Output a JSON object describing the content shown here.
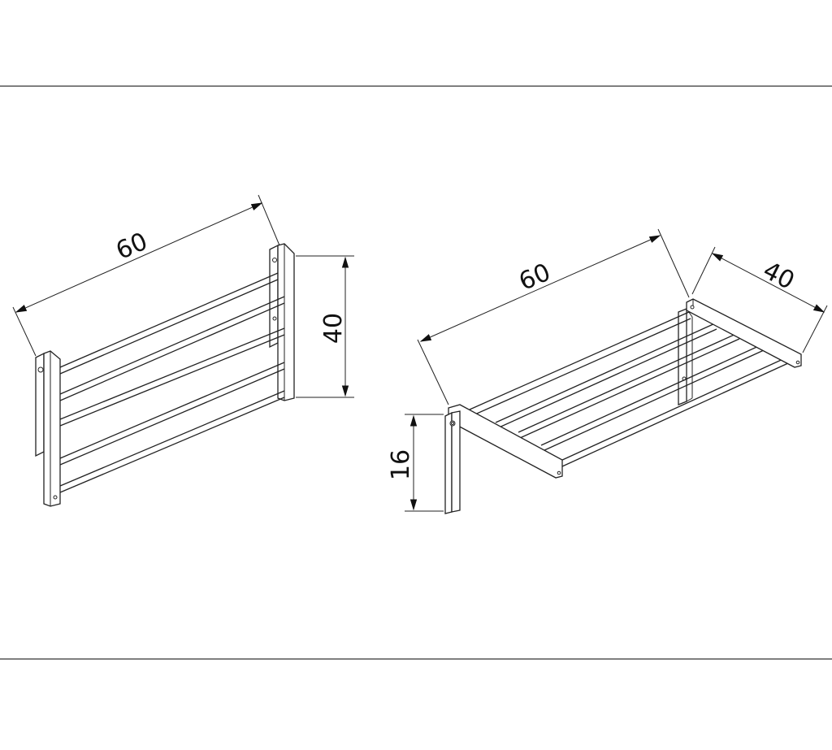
{
  "left_view": {
    "width_label": "60",
    "height_label": "40"
  },
  "right_view": {
    "width_label": "60",
    "depth_label": "40",
    "height_label": "16"
  },
  "colors": {
    "line": "#222222",
    "background": "#ffffff"
  }
}
